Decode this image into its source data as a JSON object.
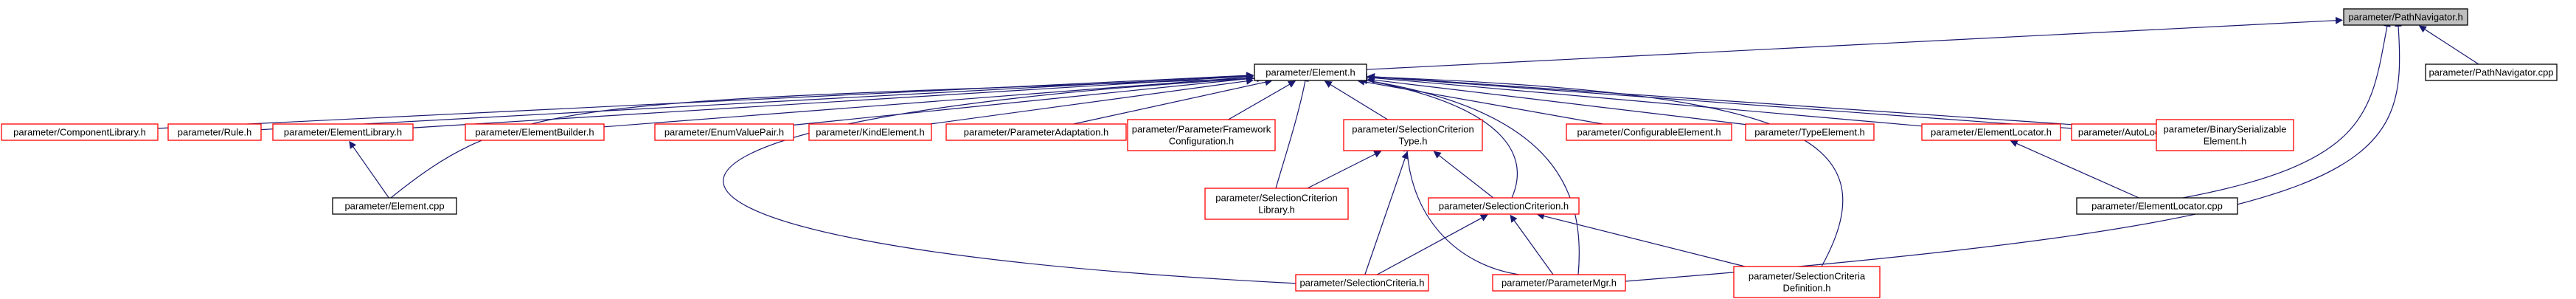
{
  "graph": {
    "colors": {
      "edge": "#191970",
      "node_border_default": "#000000",
      "node_border_red": "#ff0000",
      "node_fill_default": "#ffffff",
      "node_fill_root": "#bfbfbf",
      "text": "#000000"
    },
    "nodes": [
      {
        "id": "path_navigator_h",
        "lines": [
          "parameter/PathNavigator.h"
        ],
        "style": "root"
      },
      {
        "id": "element_h",
        "lines": [
          "parameter/Element.h"
        ],
        "style": "default"
      },
      {
        "id": "path_navigator_cpp",
        "lines": [
          "parameter/PathNavigator.cpp"
        ],
        "style": "default"
      },
      {
        "id": "component_library_h",
        "lines": [
          "parameter/ComponentLibrary.h"
        ],
        "style": "red"
      },
      {
        "id": "rule_h",
        "lines": [
          "parameter/Rule.h"
        ],
        "style": "red"
      },
      {
        "id": "element_library_h",
        "lines": [
          "parameter/ElementLibrary.h"
        ],
        "style": "red"
      },
      {
        "id": "element_builder_h",
        "lines": [
          "parameter/ElementBuilder.h"
        ],
        "style": "red"
      },
      {
        "id": "enum_value_pair_h",
        "lines": [
          "parameter/EnumValuePair.h"
        ],
        "style": "red"
      },
      {
        "id": "kind_element_h",
        "lines": [
          "parameter/KindElement.h"
        ],
        "style": "red"
      },
      {
        "id": "parameter_adaptation_h",
        "lines": [
          "parameter/ParameterAdaptation.h"
        ],
        "style": "red"
      },
      {
        "id": "parameter_framework_configuration_h",
        "lines": [
          "parameter/ParameterFramework",
          "Configuration.h"
        ],
        "style": "red"
      },
      {
        "id": "selection_criterion_type_h",
        "lines": [
          "parameter/SelectionCriterion",
          "Type.h"
        ],
        "style": "red"
      },
      {
        "id": "configurable_element_h",
        "lines": [
          "parameter/ConfigurableElement.h"
        ],
        "style": "red"
      },
      {
        "id": "type_element_h",
        "lines": [
          "parameter/TypeElement.h"
        ],
        "style": "red"
      },
      {
        "id": "element_locator_h",
        "lines": [
          "parameter/ElementLocator.h"
        ],
        "style": "red"
      },
      {
        "id": "auto_log_h",
        "lines": [
          "parameter/AutoLog.h"
        ],
        "style": "red"
      },
      {
        "id": "binary_serializable_element_h",
        "lines": [
          "parameter/BinarySerializable",
          "Element.h"
        ],
        "style": "red"
      },
      {
        "id": "element_cpp",
        "lines": [
          "parameter/Element.cpp"
        ],
        "style": "default"
      },
      {
        "id": "selection_criterion_library_h",
        "lines": [
          "parameter/SelectionCriterion",
          "Library.h"
        ],
        "style": "red"
      },
      {
        "id": "selection_criterion_h",
        "lines": [
          "parameter/SelectionCriterion.h"
        ],
        "style": "red"
      },
      {
        "id": "element_locator_cpp",
        "lines": [
          "parameter/ElementLocator.cpp"
        ],
        "style": "default"
      },
      {
        "id": "selection_criteria_h",
        "lines": [
          "parameter/SelectionCriteria.h"
        ],
        "style": "red"
      },
      {
        "id": "parameter_mgr_h",
        "lines": [
          "parameter/ParameterMgr.h"
        ],
        "style": "red"
      },
      {
        "id": "selection_criteria_definition_h",
        "lines": [
          "parameter/SelectionCriteria",
          "Definition.h"
        ],
        "style": "red"
      }
    ],
    "edges": [
      {
        "from": "path_navigator_h",
        "to": "element_h"
      },
      {
        "from": "path_navigator_h",
        "to": "path_navigator_cpp"
      },
      {
        "from": "path_navigator_h",
        "to": "element_locator_cpp"
      },
      {
        "from": "path_navigator_h",
        "to": "parameter_mgr_h"
      },
      {
        "from": "element_h",
        "to": "component_library_h"
      },
      {
        "from": "element_h",
        "to": "rule_h"
      },
      {
        "from": "element_h",
        "to": "element_library_h"
      },
      {
        "from": "element_h",
        "to": "element_builder_h"
      },
      {
        "from": "element_h",
        "to": "enum_value_pair_h"
      },
      {
        "from": "element_h",
        "to": "kind_element_h"
      },
      {
        "from": "element_h",
        "to": "parameter_adaptation_h"
      },
      {
        "from": "element_h",
        "to": "parameter_framework_configuration_h"
      },
      {
        "from": "element_h",
        "to": "selection_criterion_type_h"
      },
      {
        "from": "element_h",
        "to": "configurable_element_h"
      },
      {
        "from": "element_h",
        "to": "type_element_h"
      },
      {
        "from": "element_h",
        "to": "element_locator_h"
      },
      {
        "from": "element_h",
        "to": "auto_log_h"
      },
      {
        "from": "element_h",
        "to": "binary_serializable_element_h"
      },
      {
        "from": "element_h",
        "to": "element_cpp"
      },
      {
        "from": "element_h",
        "to": "selection_criterion_library_h"
      },
      {
        "from": "element_h",
        "to": "selection_criterion_h"
      },
      {
        "from": "element_h",
        "to": "selection_criteria_h"
      },
      {
        "from": "element_h",
        "to": "parameter_mgr_h"
      },
      {
        "from": "element_h",
        "to": "selection_criteria_definition_h"
      },
      {
        "from": "element_library_h",
        "to": "element_cpp"
      },
      {
        "from": "element_locator_h",
        "to": "element_locator_cpp"
      },
      {
        "from": "selection_criterion_type_h",
        "to": "selection_criterion_library_h"
      },
      {
        "from": "selection_criterion_type_h",
        "to": "selection_criterion_h"
      },
      {
        "from": "selection_criterion_type_h",
        "to": "selection_criteria_h"
      },
      {
        "from": "selection_criterion_type_h",
        "to": "parameter_mgr_h"
      },
      {
        "from": "selection_criterion_h",
        "to": "selection_criteria_h"
      },
      {
        "from": "selection_criterion_h",
        "to": "parameter_mgr_h"
      },
      {
        "from": "selection_criterion_h",
        "to": "selection_criteria_definition_h"
      }
    ]
  }
}
